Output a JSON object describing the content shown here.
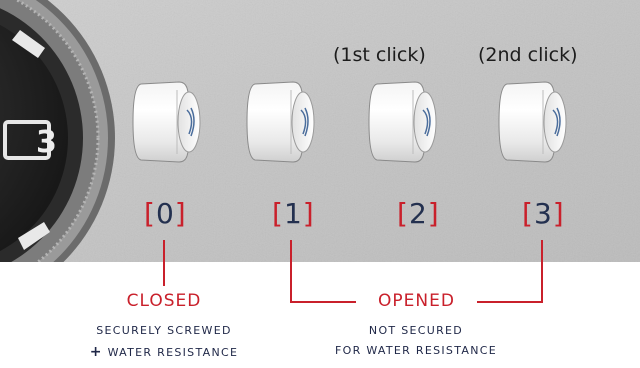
{
  "click_notes": [
    "(1st click)",
    "(2nd click)"
  ],
  "positions": [
    {
      "bracket_open": "[",
      "number": "0",
      "bracket_close": "]"
    },
    {
      "bracket_open": "[",
      "number": "1",
      "bracket_close": "]"
    },
    {
      "bracket_open": "[",
      "number": "2",
      "bracket_close": "]"
    },
    {
      "bracket_open": "[",
      "number": "3",
      "bracket_close": "]"
    }
  ],
  "states": {
    "closed": {
      "title": "CLOSED",
      "line1": "SECURELY SCREWED",
      "plus": "+",
      "line2": "WATER RESISTANCE"
    },
    "opened": {
      "title": "OPENED",
      "line1": "NOT SECURED",
      "line2": "FOR WATER RESISTANCE"
    }
  },
  "watch_dial_text": "3",
  "colors": {
    "accent": "#c9202b",
    "navy": "#23304f"
  }
}
